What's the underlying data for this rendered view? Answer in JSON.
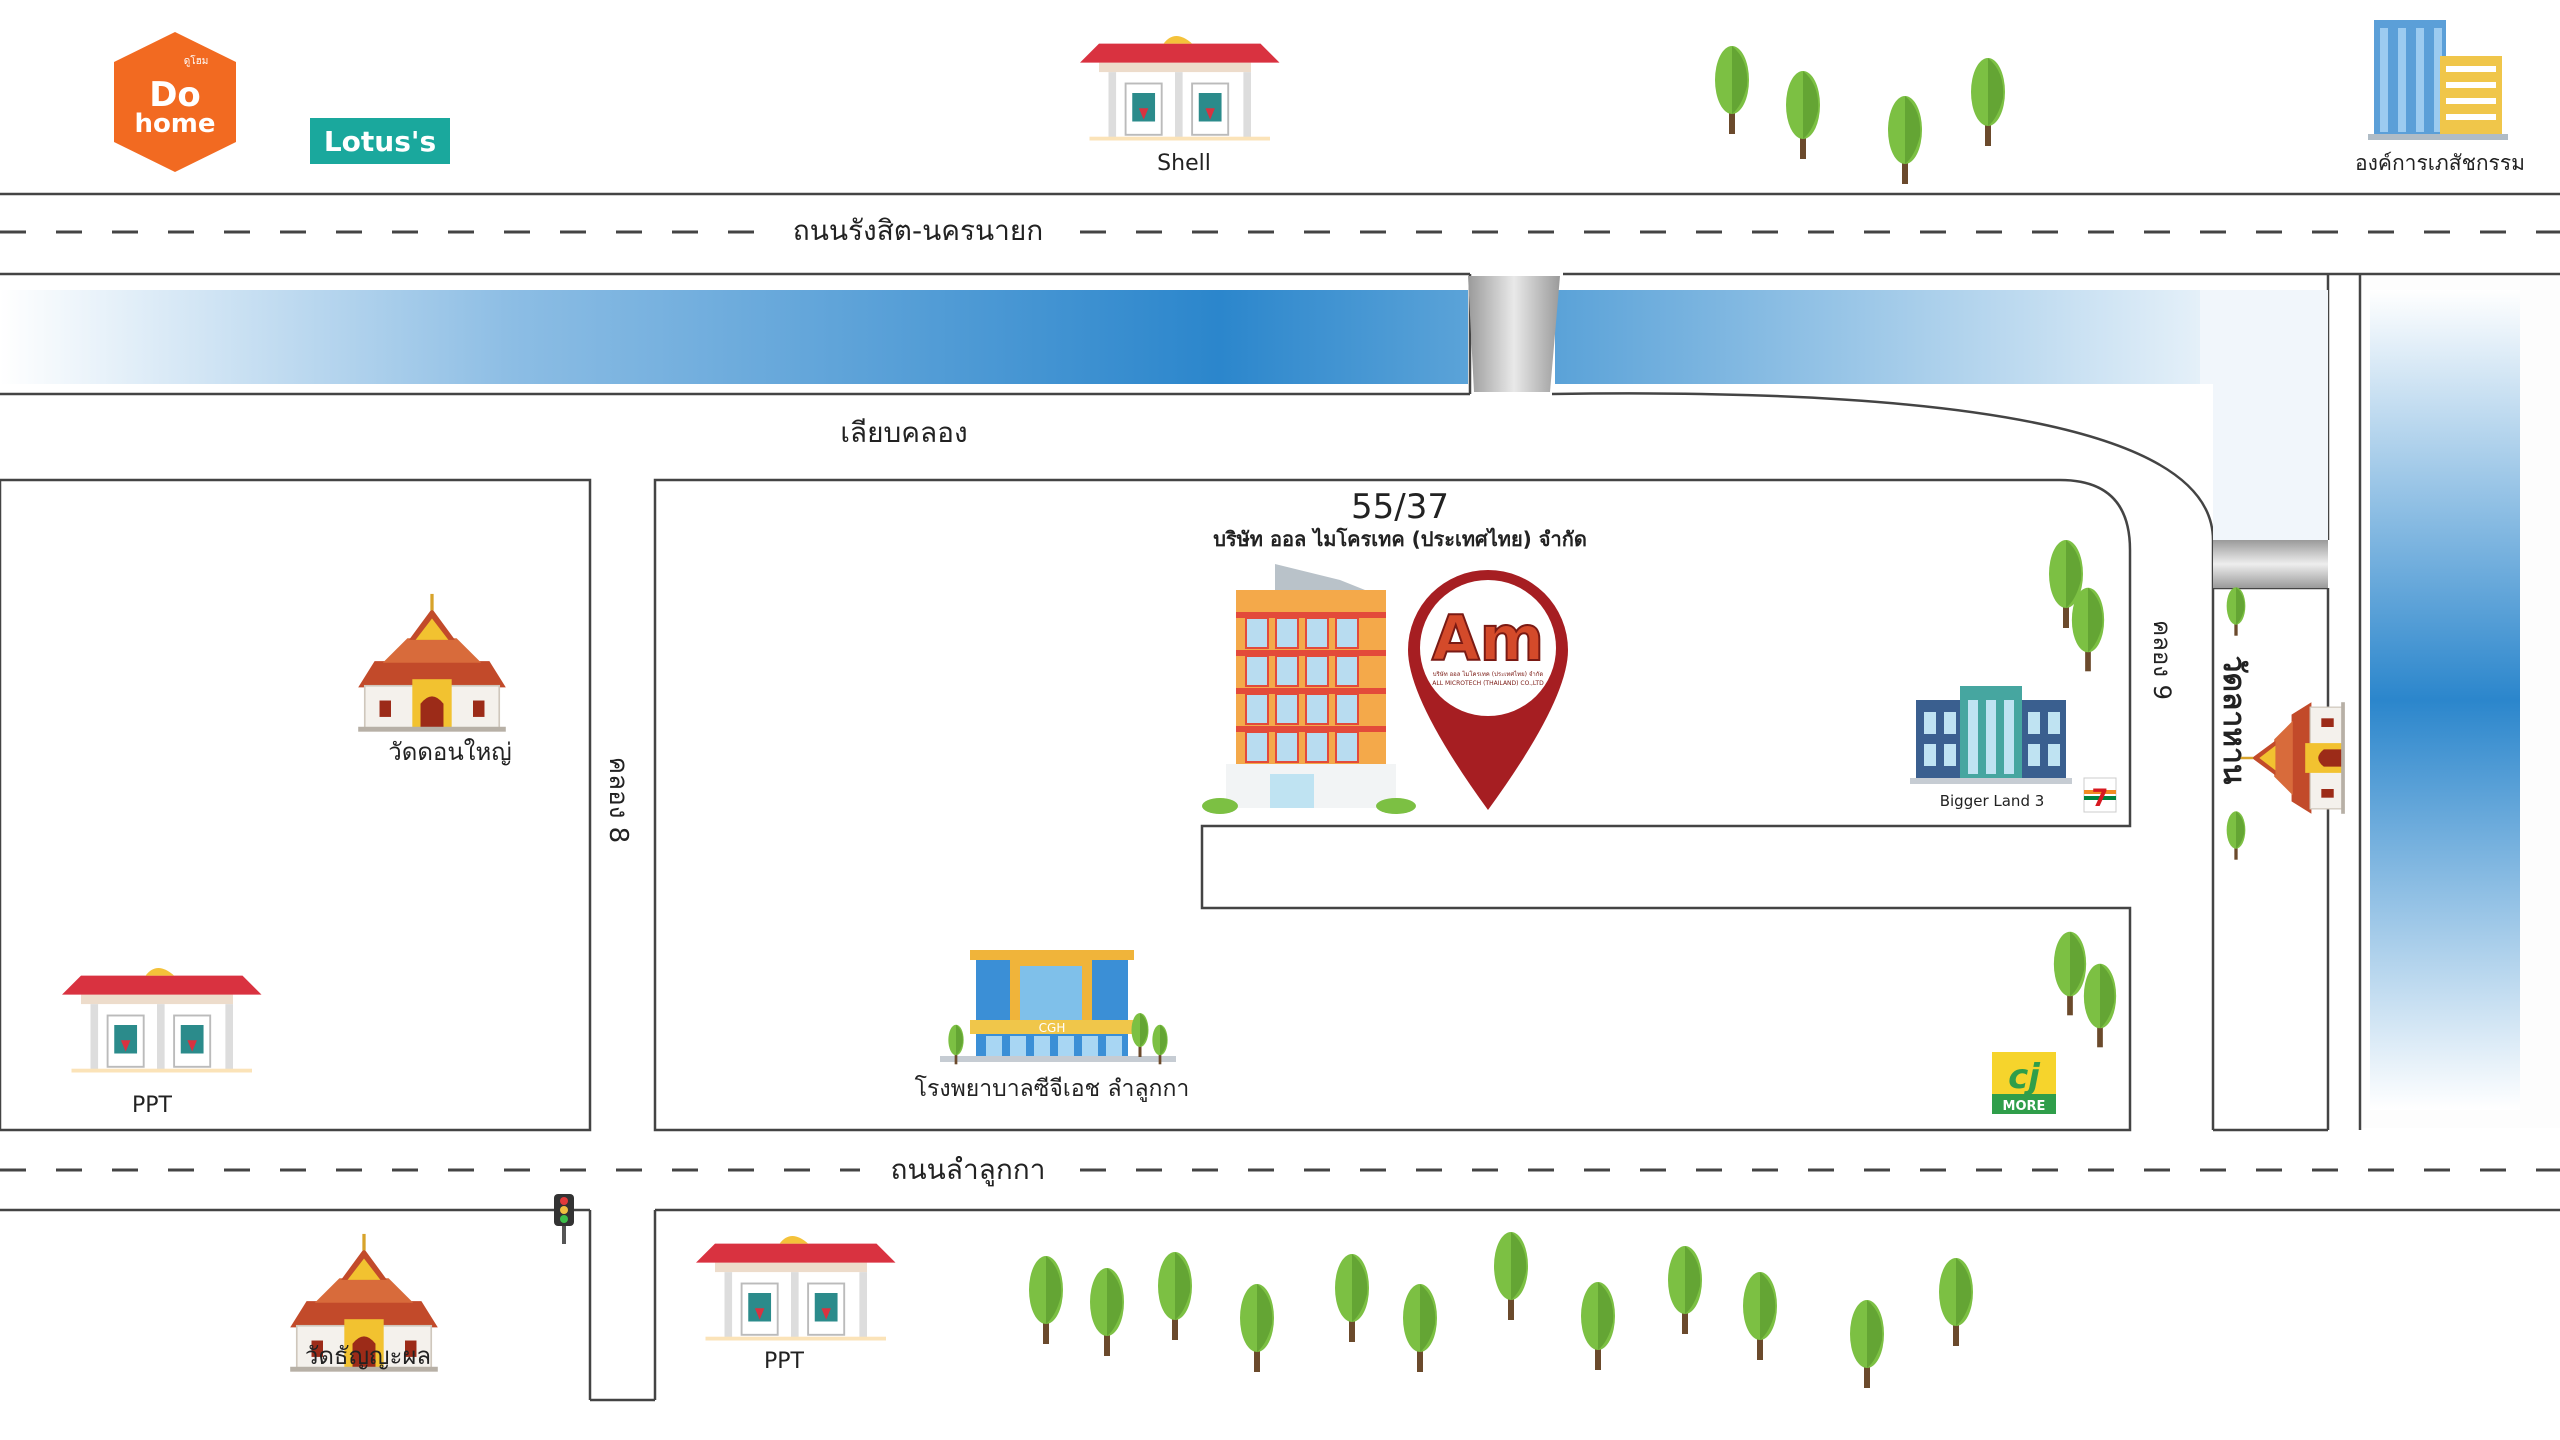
{
  "brands": {
    "dohome_small": "ดูโฮม",
    "dohome_line1": "Do",
    "dohome_line2": "home",
    "lotus": "Lotus's"
  },
  "roads": {
    "top_road": "ถนนรังสิต-นครนายก",
    "bottom_road": "ถนนลำลูกกา",
    "canal_side": "เลียบคลอง",
    "khlong8": "คลอง 8",
    "khlong9": "คลอง 9",
    "wat_lahan": "วัดลาหาน"
  },
  "places": {
    "shell": "Shell",
    "excise": "องค์การเภสัชกรรม",
    "wat_don_yai": "วัดดอนใหญ่",
    "ppt_left": "PPT",
    "ppt_bottom": "PPT",
    "wat_thanyaphon": "วัดธัญญะผล",
    "hospital": "โรงพยาบาลซีจีเอช ลำลูกกา",
    "hospital_sign": "CGH",
    "bigger_land": "Bigger Land 3",
    "seven": "7",
    "cj_more": "MORE",
    "cj_logo": "cj"
  },
  "company": {
    "address": "55/37",
    "name": "บริษัท ออล ไมโครเทค (ประเทศไทย) จำกัด",
    "logo_text": "Am",
    "logo_sub1": "บริษัท ออล ไมโครเทค (ประเทศไทย) จำกัด",
    "logo_sub2": "ALL MICROTECH (THAILAND) CO.,LTD"
  },
  "colors": {
    "water": "#2b86cc",
    "tree": "#7cc043",
    "pin": "#a61e22",
    "road_line": "#444444",
    "dohome": "#f26a21",
    "lotus": "#1aa89d"
  }
}
